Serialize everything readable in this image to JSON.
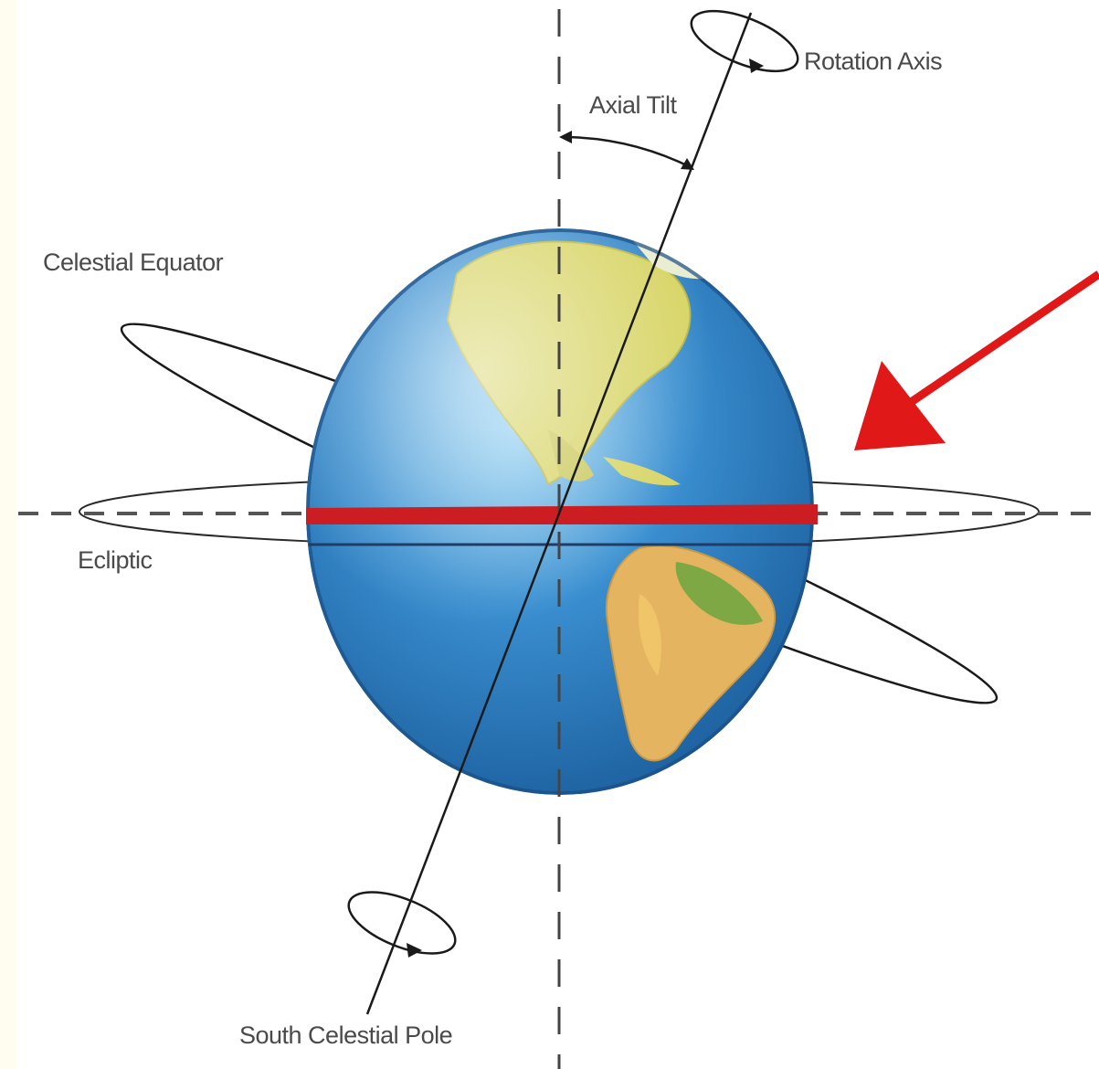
{
  "labels": {
    "rotation_axis": "Rotation Axis",
    "axial_tilt": "Axial Tilt",
    "celestial_equator": "Celestial Equator",
    "ecliptic": "Ecliptic",
    "south_celestial_pole": "South Celestial Pole"
  },
  "colors": {
    "ocean": "#2f7fc4",
    "land": "#d8d55a",
    "highlight_equator": "#d01f1f",
    "pointer_arrow": "#e01818",
    "lines": "#1a1a1a"
  }
}
